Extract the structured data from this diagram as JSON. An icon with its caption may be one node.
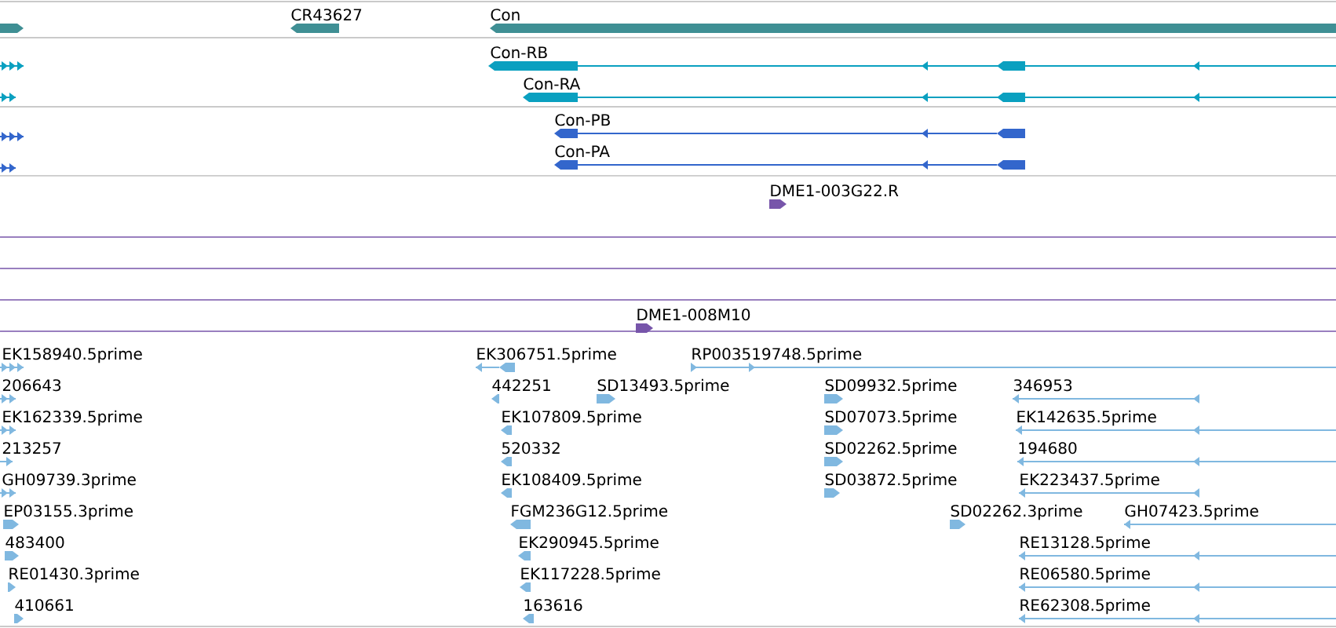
{
  "diagram": {
    "labels": [
      "CR43627",
      "Con",
      "Con-RB",
      "Con-RA",
      "Con-PB",
      "Con-PA",
      "DME1-003G22.R",
      "DME1-008M10",
      "EK158940.5prime",
      "EK306751.5prime",
      "RP003519748.5prime",
      "206643",
      "442251",
      "SD13493.5prime",
      "SD09932.5prime",
      "346953",
      "EK162339.5prime",
      "EK107809.5prime",
      "SD07073.5prime",
      "EK142635.5prime",
      "213257",
      "520332",
      "SD02262.5prime",
      "194680",
      "GH09739.3prime",
      "EK108409.5prime",
      "SD03872.5prime",
      "EK223437.5prime",
      "EP03155.3prime",
      "FGM236G12.5prime",
      "SD02262.3prime",
      "GH07423.5prime",
      "483400",
      "EK290945.5prime",
      "RE13128.5prime",
      "RE01430.3prime",
      "EK117228.5prime",
      "RE06580.5prime",
      "410661",
      "163616",
      "RE62308.5prime"
    ]
  }
}
